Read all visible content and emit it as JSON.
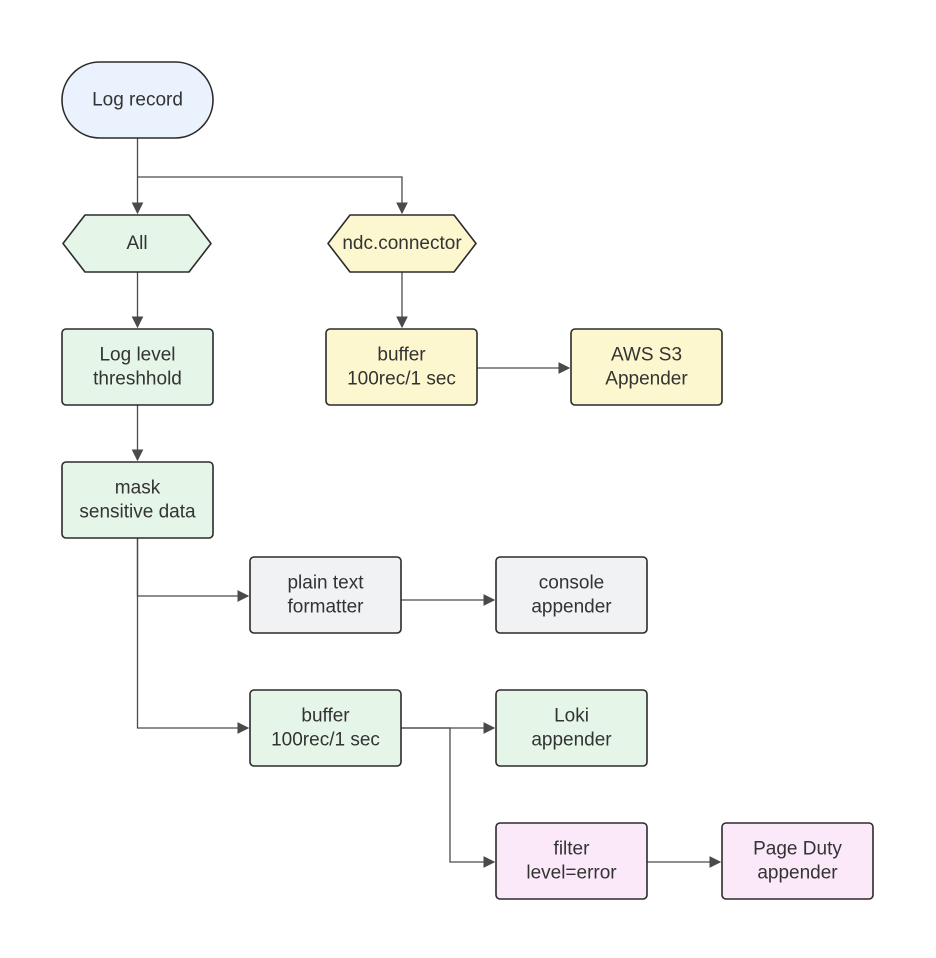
{
  "colors": {
    "blue": "#eaf2fd",
    "green": "#e5f6e9",
    "yellow": "#fdf7cf",
    "gray": "#f1f2f4",
    "pink": "#fbe9fa",
    "stroke": "#2b2b2b",
    "edge": "#4a4a4a"
  },
  "nodes": {
    "log_record": {
      "lines": [
        "Log record"
      ],
      "color": "blue"
    },
    "all": {
      "lines": [
        "All"
      ],
      "color": "green"
    },
    "ndc_connector": {
      "lines": [
        "ndc.connector"
      ],
      "color": "yellow"
    },
    "log_level": {
      "lines": [
        "Log level",
        "threshhold"
      ],
      "color": "green"
    },
    "buffer_s3": {
      "lines": [
        "buffer",
        "100rec/1 sec"
      ],
      "color": "yellow"
    },
    "aws_s3": {
      "lines": [
        "AWS S3",
        "Appender"
      ],
      "color": "yellow"
    },
    "mask": {
      "lines": [
        "mask",
        "sensitive data"
      ],
      "color": "green"
    },
    "plain_text": {
      "lines": [
        "plain text",
        "formatter"
      ],
      "color": "gray"
    },
    "console": {
      "lines": [
        "console",
        "appender"
      ],
      "color": "gray"
    },
    "buffer_loki": {
      "lines": [
        "buffer",
        "100rec/1 sec"
      ],
      "color": "green"
    },
    "loki": {
      "lines": [
        "Loki",
        "appender"
      ],
      "color": "green"
    },
    "filter": {
      "lines": [
        "filter",
        "level=error"
      ],
      "color": "pink"
    },
    "page_duty": {
      "lines": [
        "Page Duty",
        "appender"
      ],
      "color": "pink"
    }
  },
  "edges": [
    {
      "from": "log_record",
      "to": "all"
    },
    {
      "from": "log_record",
      "to": "ndc_connector"
    },
    {
      "from": "all",
      "to": "log_level"
    },
    {
      "from": "ndc_connector",
      "to": "buffer_s3"
    },
    {
      "from": "buffer_s3",
      "to": "aws_s3"
    },
    {
      "from": "log_level",
      "to": "mask"
    },
    {
      "from": "mask",
      "to": "plain_text"
    },
    {
      "from": "mask",
      "to": "buffer_loki"
    },
    {
      "from": "plain_text",
      "to": "console"
    },
    {
      "from": "buffer_loki",
      "to": "loki"
    },
    {
      "from": "buffer_loki",
      "to": "filter"
    },
    {
      "from": "filter",
      "to": "page_duty"
    }
  ]
}
